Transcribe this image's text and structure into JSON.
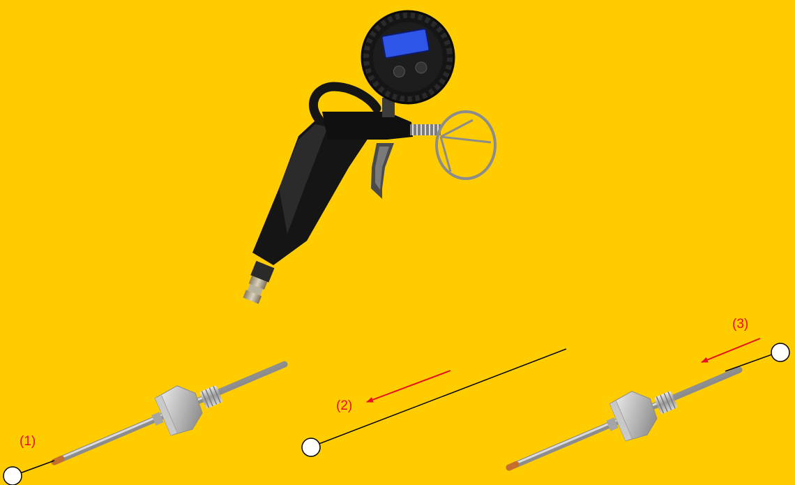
{
  "labels": {
    "step1": "(1)",
    "step2": "(2)",
    "step3": "(3)"
  },
  "colors": {
    "background": "#FFCC00",
    "label": "#E8101A",
    "arrow": "#E8101A",
    "line": "#000000",
    "gauge_screen": "#2f55e8"
  },
  "icons": {
    "gun": "tire-inflator-gun-icon",
    "nozzle": "threaded-nozzle-icon",
    "circle": "connector-circle-icon"
  }
}
